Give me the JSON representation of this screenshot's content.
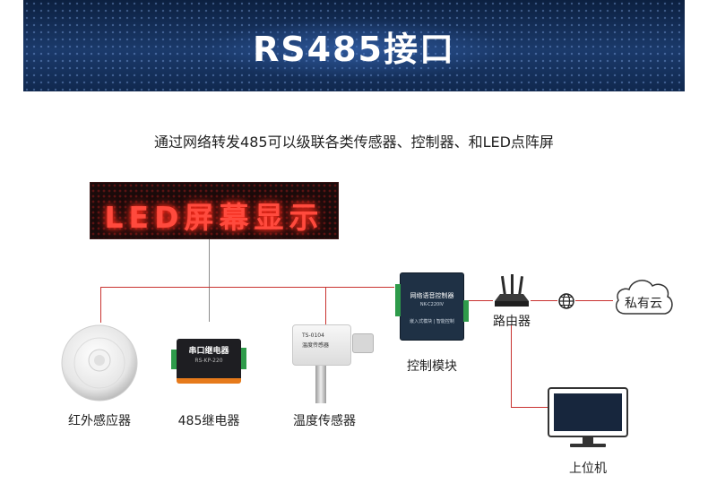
{
  "header": {
    "title": "RS485接口"
  },
  "subtitle": "通过网络转发485可以级联各类传感器、控制器、和LED点阵屏",
  "led_panel": {
    "text": "LED屏幕显示"
  },
  "devices": {
    "pir_sensor": {
      "label": "红外感应器"
    },
    "relay": {
      "label": "485继电器",
      "title": "串口继电器",
      "model": "RS-KP-220"
    },
    "temp_sensor": {
      "label": "温度传感器",
      "model": "TS-0104",
      "name": "温度传感器"
    },
    "control_module": {
      "label": "控制模块",
      "title": "网络语音控制器",
      "model": "NK-C220IV",
      "sub": "嵌入式模块 | 智能控制"
    },
    "router": {
      "label": "路由器"
    },
    "cloud": {
      "label": "私有云"
    },
    "pc": {
      "label": "上位机"
    }
  },
  "colors": {
    "banner": "#1b3a6b",
    "line": "#c8322f",
    "led_text": "#ff4a3d"
  }
}
